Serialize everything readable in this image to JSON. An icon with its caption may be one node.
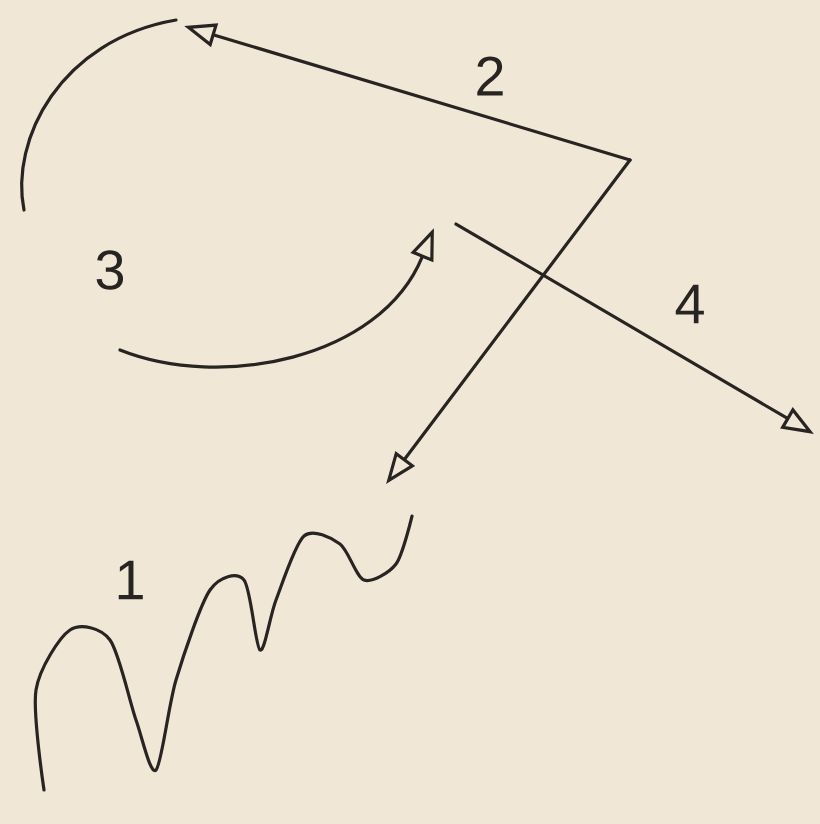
{
  "diagram": {
    "labels": [
      "2",
      "3",
      "4",
      "1"
    ]
  }
}
